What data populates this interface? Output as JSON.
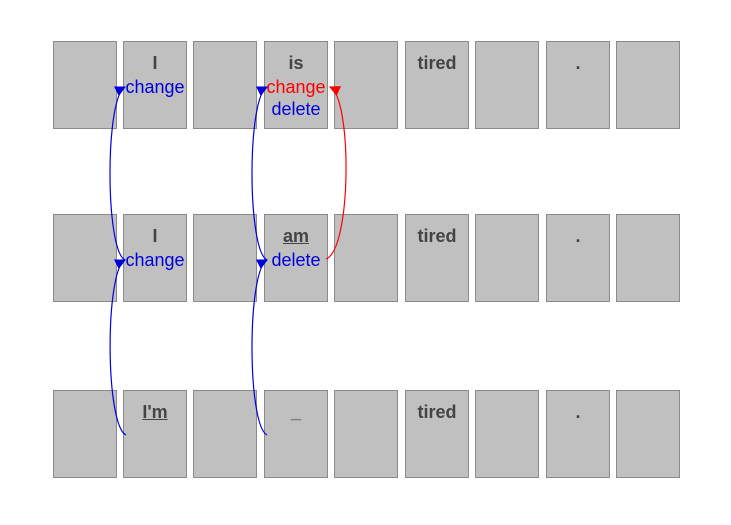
{
  "colors": {
    "cell": "#c0c0c0",
    "text": "#444444",
    "blue": "#0000dd",
    "red": "#ff0000"
  },
  "rows": [
    {
      "cells": [
        {
          "word": "",
          "ops": []
        },
        {
          "word": "I",
          "ops": [
            {
              "text": "change",
              "color": "blue"
            }
          ]
        },
        {
          "word": "",
          "ops": []
        },
        {
          "word": "is",
          "ops": [
            {
              "text": "change",
              "color": "red"
            },
            {
              "text": "delete",
              "color": "blue"
            }
          ]
        },
        {
          "word": "",
          "ops": []
        },
        {
          "word": "tired",
          "ops": []
        },
        {
          "word": "",
          "ops": []
        },
        {
          "word": ".",
          "ops": []
        },
        {
          "word": "",
          "ops": []
        }
      ]
    },
    {
      "cells": [
        {
          "word": "",
          "ops": []
        },
        {
          "word": "I",
          "ops": [
            {
              "text": "change",
              "color": "blue"
            }
          ]
        },
        {
          "word": "",
          "ops": []
        },
        {
          "word": "am",
          "underline": true,
          "ops": [
            {
              "text": "delete",
              "color": "blue"
            }
          ]
        },
        {
          "word": "",
          "ops": []
        },
        {
          "word": "tired",
          "ops": []
        },
        {
          "word": "",
          "ops": []
        },
        {
          "word": ".",
          "ops": []
        },
        {
          "word": "",
          "ops": []
        }
      ]
    },
    {
      "cells": [
        {
          "word": "",
          "ops": []
        },
        {
          "word": "I'm",
          "underline": true,
          "ops": []
        },
        {
          "word": "",
          "ops": []
        },
        {
          "word": "_",
          "ops": []
        },
        {
          "word": "",
          "ops": []
        },
        {
          "word": "tired",
          "ops": []
        },
        {
          "word": "",
          "ops": []
        },
        {
          "word": ".",
          "ops": []
        },
        {
          "word": "",
          "ops": []
        }
      ]
    }
  ],
  "arrows": [
    {
      "from": {
        "row": 2,
        "col": 1,
        "anchor": "bottom-left"
      },
      "to": {
        "row": 1,
        "col": 1,
        "anchor": "change"
      },
      "color": "blue"
    },
    {
      "from": {
        "row": 2,
        "col": 3,
        "anchor": "bottom-left"
      },
      "to": {
        "row": 1,
        "col": 3,
        "anchor": "delete"
      },
      "color": "blue"
    },
    {
      "from": {
        "row": 1,
        "col": 1,
        "anchor": "change"
      },
      "to": {
        "row": 0,
        "col": 1,
        "anchor": "change"
      },
      "color": "blue"
    },
    {
      "from": {
        "row": 1,
        "col": 3,
        "anchor": "delete"
      },
      "to": {
        "row": 0,
        "col": 3,
        "anchor": "delete"
      },
      "color": "blue"
    },
    {
      "from": {
        "row": 1,
        "col": 3,
        "anchor": "delete-right"
      },
      "to": {
        "row": 0,
        "col": 3,
        "anchor": "change-right"
      },
      "color": "red"
    }
  ]
}
